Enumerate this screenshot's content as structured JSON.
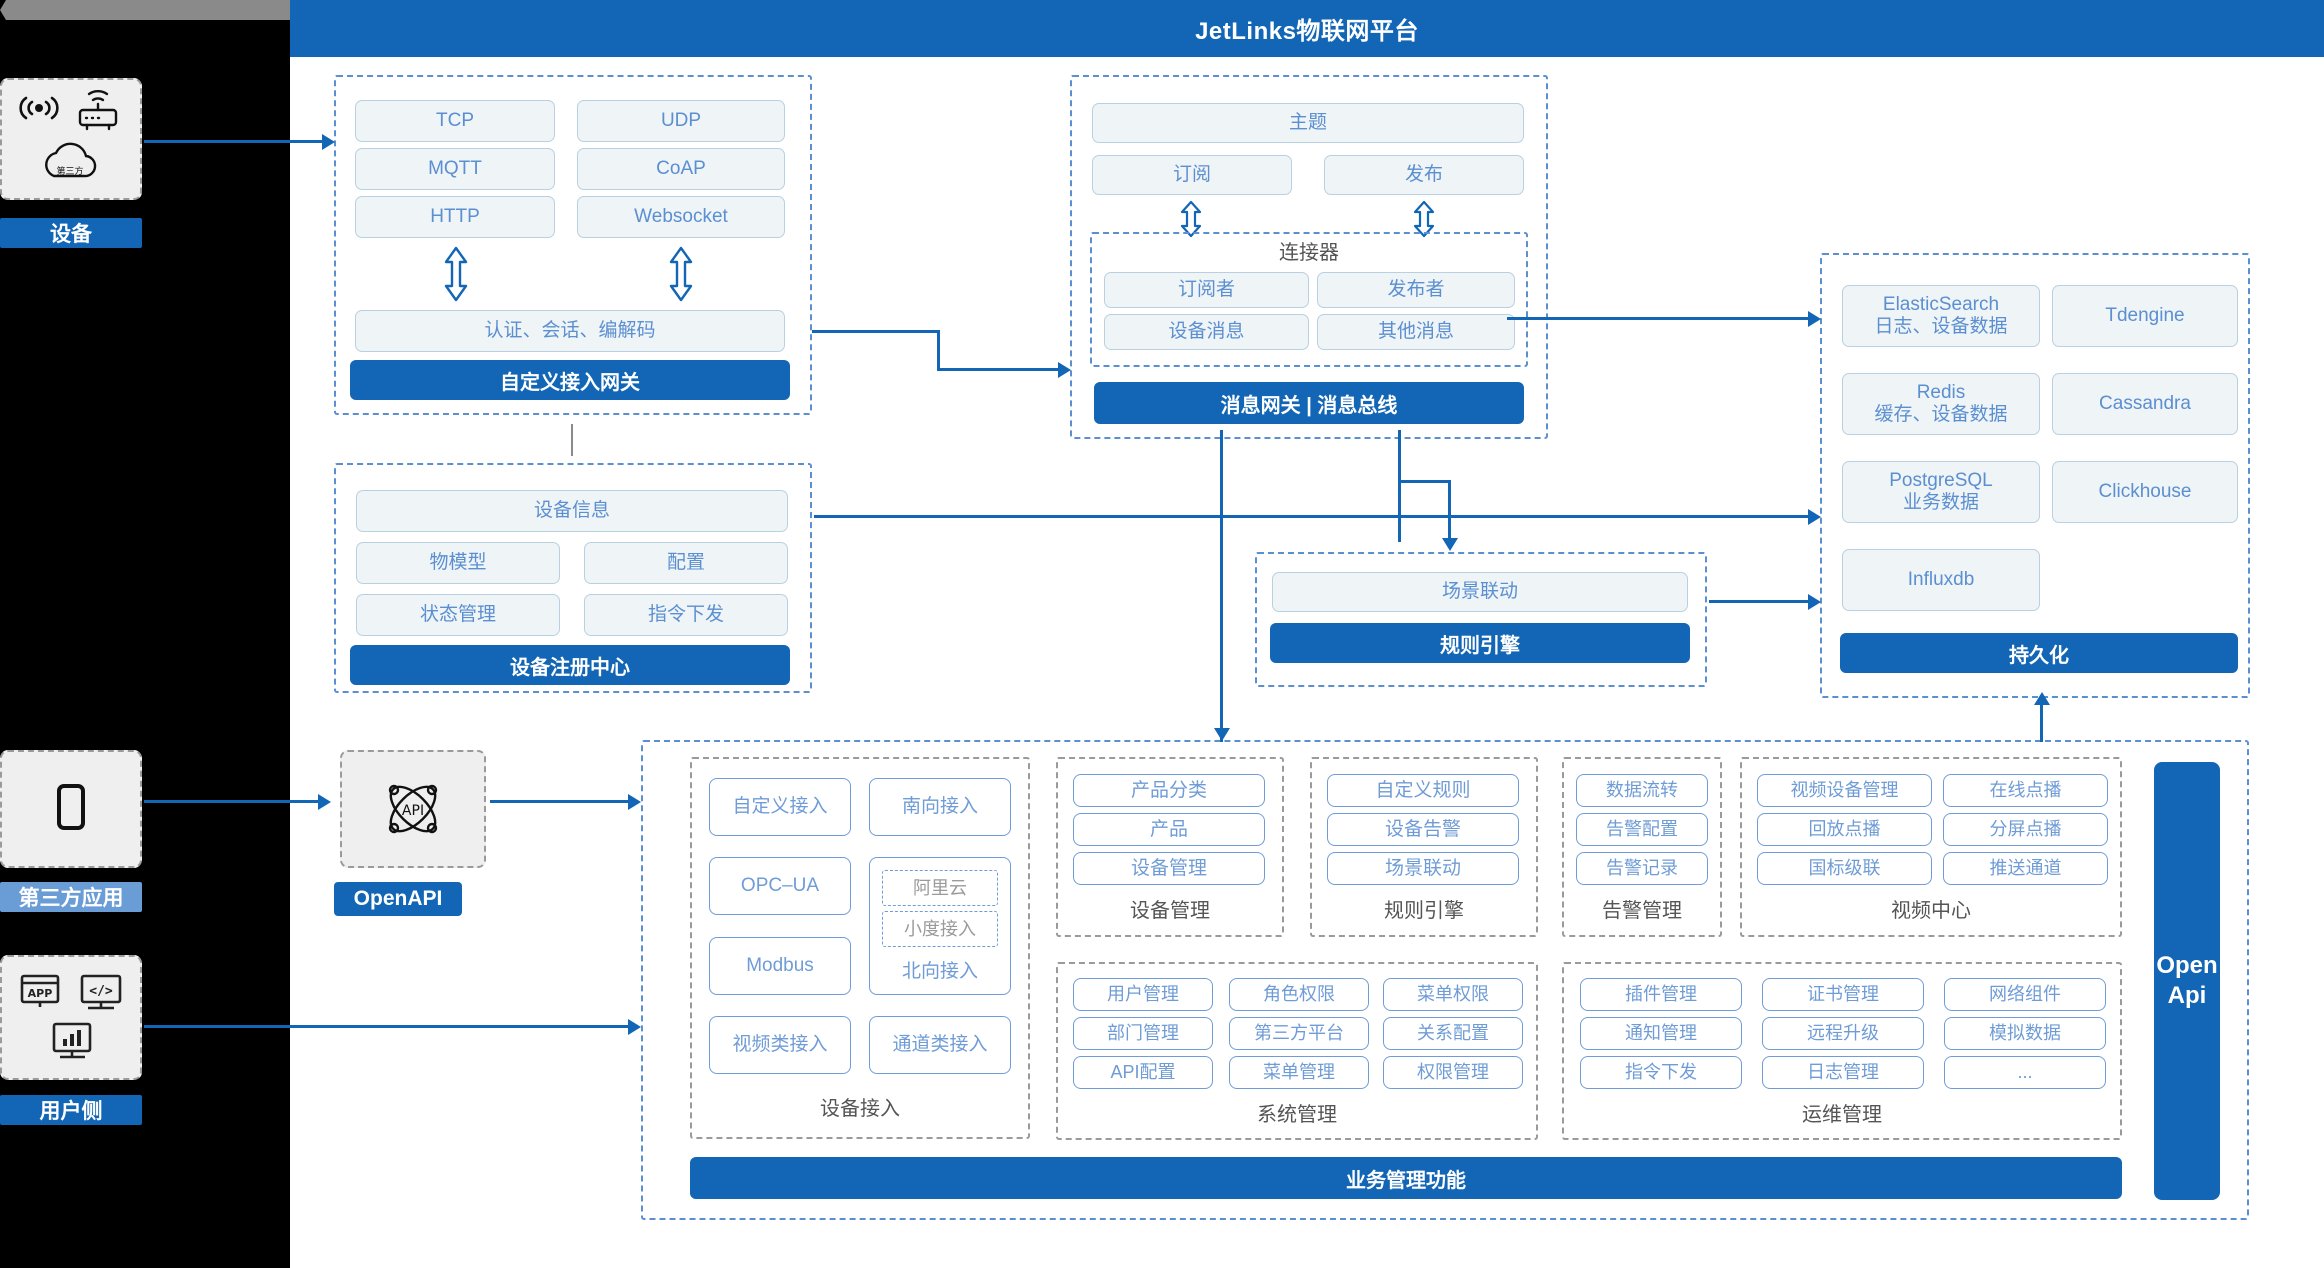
{
  "header": {
    "title": "JetLinks物联网平台"
  },
  "left_rail": {
    "device": {
      "tag": "设备",
      "icons": [
        "signal-wave-icon",
        "router-icon",
        "third-party-cloud-icon"
      ],
      "cloud_text": "第三方"
    },
    "third_party_app": {
      "tag": "第三方应用",
      "icons": [
        "mobile-phone-icon"
      ]
    },
    "user_side": {
      "tag": "用户侧",
      "icons": [
        "app-store-icon",
        "code-window-icon",
        "dashboard-chart-icon"
      ]
    }
  },
  "openapi_node": {
    "icon": "api-network-icon",
    "label": "OpenAPI"
  },
  "openapi_sidebar": {
    "label": "Open\nApi"
  },
  "access_gateway": {
    "protocols": [
      "TCP",
      "UDP",
      "MQTT",
      "CoAP",
      "HTTP",
      "Websocket"
    ],
    "middle": "认证、会话、编解码",
    "footer": "自定义接入网关"
  },
  "device_registry": {
    "top": "设备信息",
    "cells": [
      "物模型",
      "配置",
      "状态管理",
      "指令下发"
    ],
    "footer": "设备注册中心"
  },
  "message_gateway": {
    "topic": "主题",
    "subscribe": "订阅",
    "publish": "发布",
    "connector_title": "连接器",
    "connector_cells": [
      "订阅者",
      "发布者",
      "设备消息",
      "其他消息"
    ],
    "footer": "消息网关 | 消息总线"
  },
  "rule_engine": {
    "cell": "场景联动",
    "footer": "规则引擎"
  },
  "persistence": {
    "cells": [
      {
        "label": "ElasticSearch\n日志、设备数据"
      },
      {
        "label": "Tdengine"
      },
      {
        "label": "Redis\n缓存、设备数据"
      },
      {
        "label": "Cassandra"
      },
      {
        "label": "PostgreSQL\n业务数据"
      },
      {
        "label": "Clickhouse"
      },
      {
        "label": "Influxdb"
      }
    ],
    "footer": "持久化"
  },
  "business": {
    "footer": "业务管理功能",
    "groups": [
      {
        "name": "设备接入",
        "items": [
          "自定义接入",
          "南向接入",
          "OPC–UA",
          "Modbus",
          "视频类接入",
          "通道类接入"
        ],
        "sub_items": [
          "阿里云",
          "小度接入"
        ],
        "sub_label": "北向接入"
      },
      {
        "name": "设备管理",
        "items": [
          "产品分类",
          "产品",
          "设备管理"
        ]
      },
      {
        "name": "规则引擎",
        "items": [
          "自定义规则",
          "设备告警",
          "场景联动"
        ]
      },
      {
        "name": "告警管理",
        "items": [
          "数据流转",
          "告警配置",
          "告警记录"
        ]
      },
      {
        "name": "视频中心",
        "items": [
          "视频设备管理",
          "在线点播",
          "回放点播",
          "分屏点播",
          "国标级联",
          "推送通道"
        ]
      },
      {
        "name": "系统管理",
        "items": [
          "用户管理",
          "角色权限",
          "菜单权限",
          "部门管理",
          "第三方平台",
          "关系配置",
          "API配置",
          "菜单管理",
          "权限管理"
        ]
      },
      {
        "name": "运维管理",
        "items": [
          "插件管理",
          "证书管理",
          "网络组件",
          "通知管理",
          "远程升级",
          "模拟数据",
          "指令下发",
          "日志管理",
          "..."
        ]
      }
    ]
  },
  "colors": {
    "brand_blue": "#1266B5",
    "chip_fill": "#EFF4F6",
    "chip_border": "#B9D0E2",
    "chip_text": "#5B8FD1",
    "dashed_blue": "#5B8FD1",
    "dashed_grey": "#9a9a9a",
    "rail_fill": "#EFEFEF",
    "canvas": "#ffffff",
    "page_bg": "#000000"
  }
}
